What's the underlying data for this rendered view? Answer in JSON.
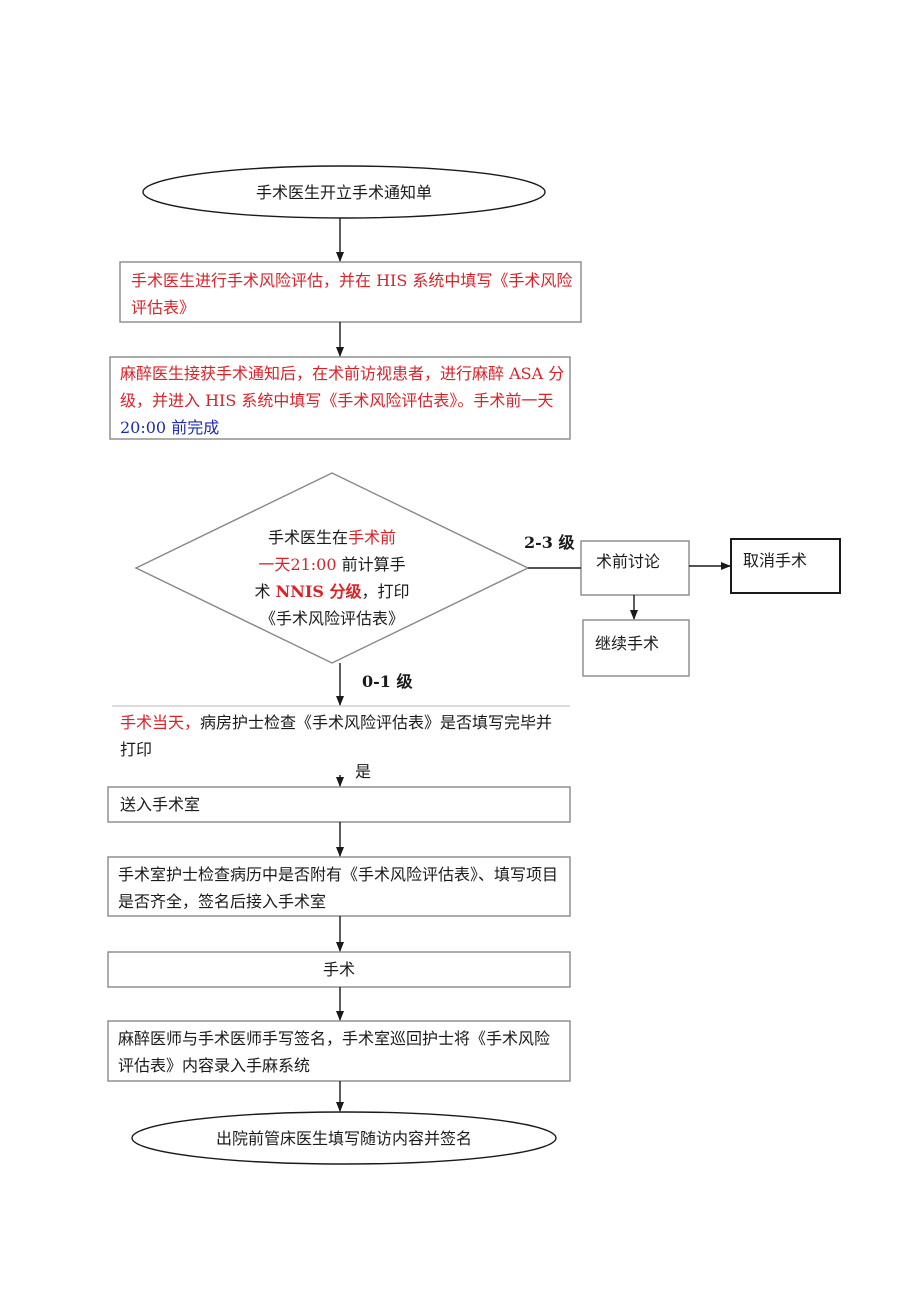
{
  "colors": {
    "accent_red": "#d8232a",
    "accent_blue": "#1c2bb0",
    "line": "#1a1a1a"
  },
  "nodes": {
    "start": "手术医生开立手术通知单",
    "risk_assessment": "手术医生进行手术风险评估，并在 HIS 系统中填写《手术风险评估表》",
    "anesthesia": {
      "part1": "麻醉医生接获手术通知后，在术前访视患者，进行麻醉 ASA 分级，并进入 HIS 系统中填写《手术风险评估表》。",
      "part2": "手术前一天 ",
      "time": "20:00",
      "part3": " 前完成"
    },
    "decision": {
      "line1a": "手术医生在",
      "line1b": "手术前",
      "line2a": "一天",
      "line2b": "21:00",
      "line2c": " 前计算手",
      "line3a": "术 ",
      "line3b": "NNIS 分级",
      "line3c": "，打印",
      "line4": "《手术风险评估表》"
    },
    "pre_op_discussion": "术前讨论",
    "cancel_surgery": "取消手术",
    "continue_surgery": "继续手术",
    "ward_nurse_check": {
      "red": "手术当天，",
      "black": "病房护士检查《手术风险评估表》是否填写完毕并打印"
    },
    "send_to_or": "送入手术室",
    "or_nurse_check": "手术室护士检查病历中是否附有《手术风险评估表》、填写项目是否齐全，签名后接入手术室",
    "surgery": "手术",
    "sign_and_record": "麻醉医师与手术医师手写签名，手术室巡回护士将《手术风险评估表》内容录入手麻系统",
    "end": "出院前管床医生填写随访内容并签名"
  },
  "labels": {
    "grade_high": "2-3 级",
    "grade_low": "0-1 级",
    "yes": "是"
  }
}
